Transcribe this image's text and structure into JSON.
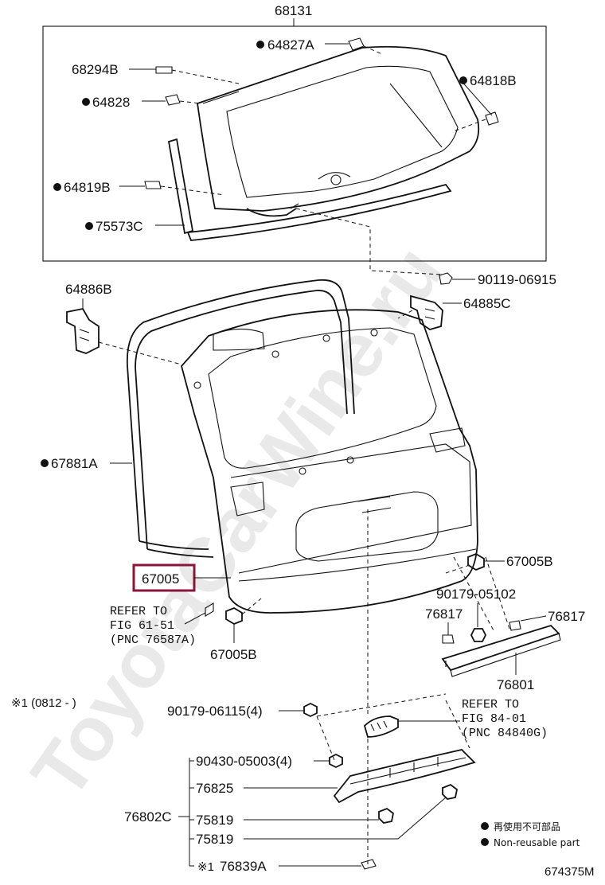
{
  "watermark": "ToyotaCarWine.ru",
  "labels": {
    "glass_assy": "68131",
    "p64827a": "64827A",
    "p68294b": "68294B",
    "p64818b": "64818B",
    "p64828": "64828",
    "p64819b": "64819B",
    "p75573c": "75573C",
    "p90119": "90119-06915",
    "p64886b": "64886B",
    "p64885c": "64885C",
    "p67881a": "67881A",
    "p67005": "67005",
    "p67005b_right": "67005B",
    "p90179_05102": "90179-05102",
    "p76817_left": "76817",
    "p76817_right": "76817",
    "refer_left_1": "REFER TO",
    "refer_left_2": "FIG 61-51",
    "refer_left_3": "(PNC 76587A)",
    "p67005b_left": "67005B",
    "p76801": "76801",
    "note_date": "※1 (0812 -    )",
    "p90179_06115": "90179-06115(4)",
    "refer_right_1": "REFER TO",
    "refer_right_2": "FIG 84-01",
    "refer_right_3": "(PNC 84840G)",
    "p90430": "90430-05003(4)",
    "p76825": "76825",
    "p76802c": "76802C",
    "p75819_a": "75819",
    "p75819_b": "75819",
    "p76839a_prefix": "※1",
    "p76839a": "76839A",
    "legend_jp": "再使用不可部品",
    "legend_en": "Non-reusable part",
    "diagram_id": "674375M"
  }
}
